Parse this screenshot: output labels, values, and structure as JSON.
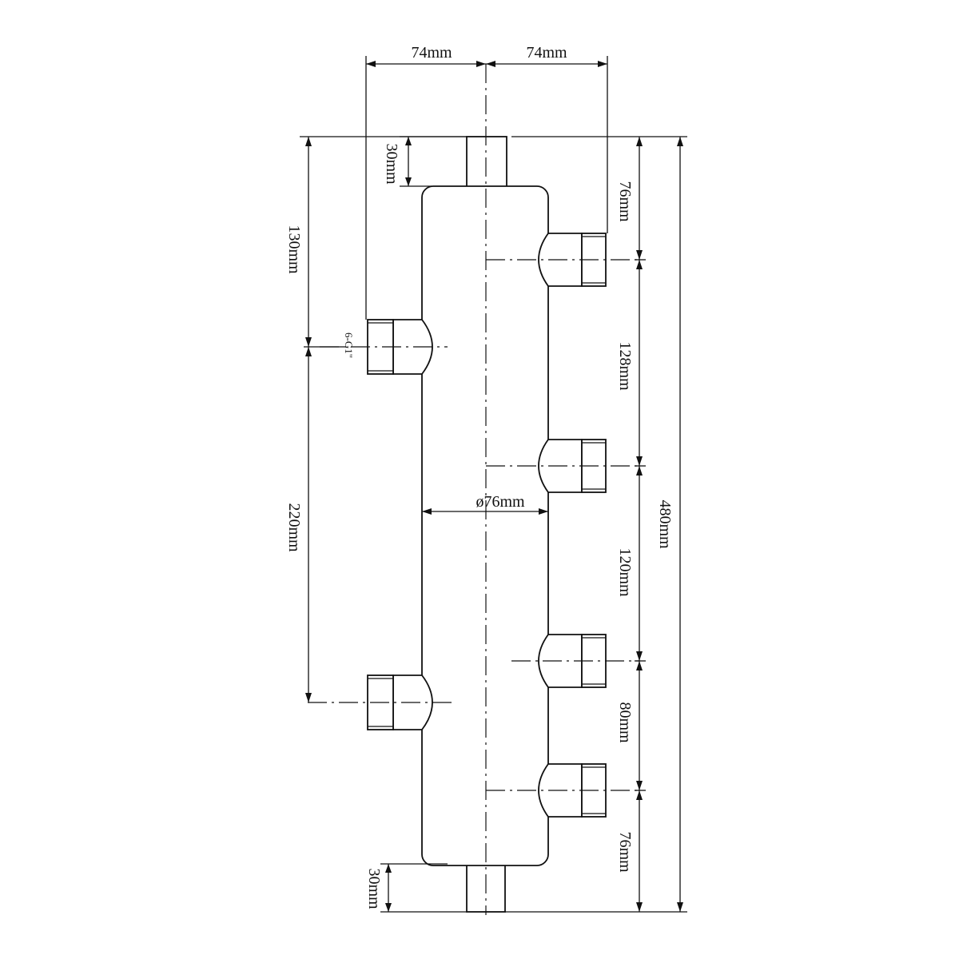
{
  "dimensions": {
    "top_left_width": "74mm",
    "top_right_width": "74mm",
    "top_nozzle_height": "30mm",
    "bottom_nozzle_height": "30mm",
    "left_upper_offset": "130mm",
    "left_spacing": "220mm",
    "right_top_offset": "76mm",
    "right_spacing_1": "128mm",
    "right_spacing_2": "120mm",
    "right_spacing_3": "80mm",
    "right_bottom_offset": "76mm",
    "total_height": "480mm",
    "diameter": "ø76mm",
    "thread_label": "6-G1\""
  }
}
